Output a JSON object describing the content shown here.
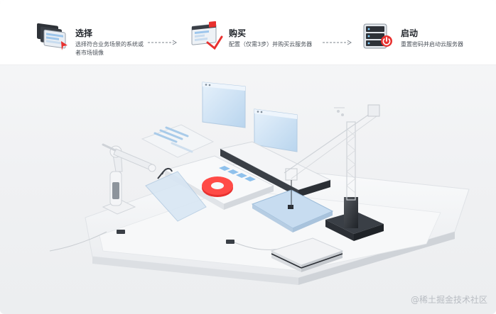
{
  "steps": [
    {
      "title": "选择",
      "desc": "选择符合业务场景的系统或者市场镜像",
      "icon": "server-image-stack-icon"
    },
    {
      "title": "购买",
      "desc": "配置（仅需3步）并购买云服务器",
      "icon": "config-purchase-icon"
    },
    {
      "title": "启动",
      "desc": "重置密码并启动云服务器",
      "icon": "server-start-icon"
    }
  ],
  "watermark": "@稀土掘金技术社区",
  "colors": {
    "accent_red": "#e8312f",
    "panel_blue": "#cfe4f7",
    "dark": "#2b2f35"
  }
}
